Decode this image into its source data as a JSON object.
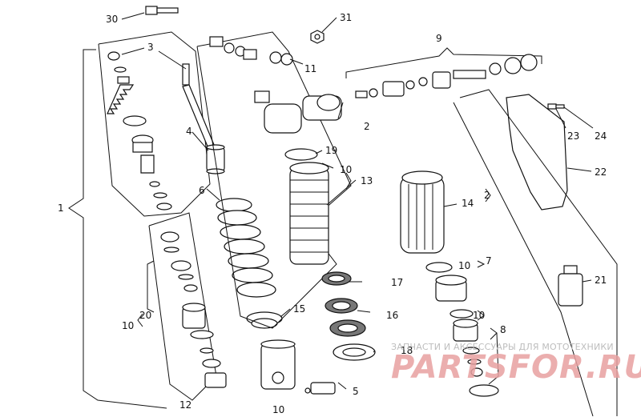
{
  "callouts": {
    "c1": "1",
    "c2a": "2",
    "c2b": "2",
    "c3": "3",
    "c4": "4",
    "c5": "5",
    "c6": "6",
    "c7": "7",
    "c8": "8",
    "c9": "9",
    "c10a": "10",
    "c10b": "10",
    "c10c": "10",
    "c10d": "10",
    "c10e": "10",
    "c11": "11",
    "c12": "12",
    "c13": "13",
    "c14": "14",
    "c15": "15",
    "c16": "16",
    "c17": "17",
    "c18": "18",
    "c19": "19",
    "c20": "20",
    "c21": "21",
    "c22": "22",
    "c23": "23",
    "c24": "24",
    "c30": "30",
    "c31": "31"
  },
  "watermark": {
    "tagline": "ЗАПЧАСТИ И АКСЕССУАРЫ ДЛЯ МОТОТЕХНИКИ",
    "logo": "PARTSFOR.RU",
    "logo_color": "#e8a1a1"
  }
}
